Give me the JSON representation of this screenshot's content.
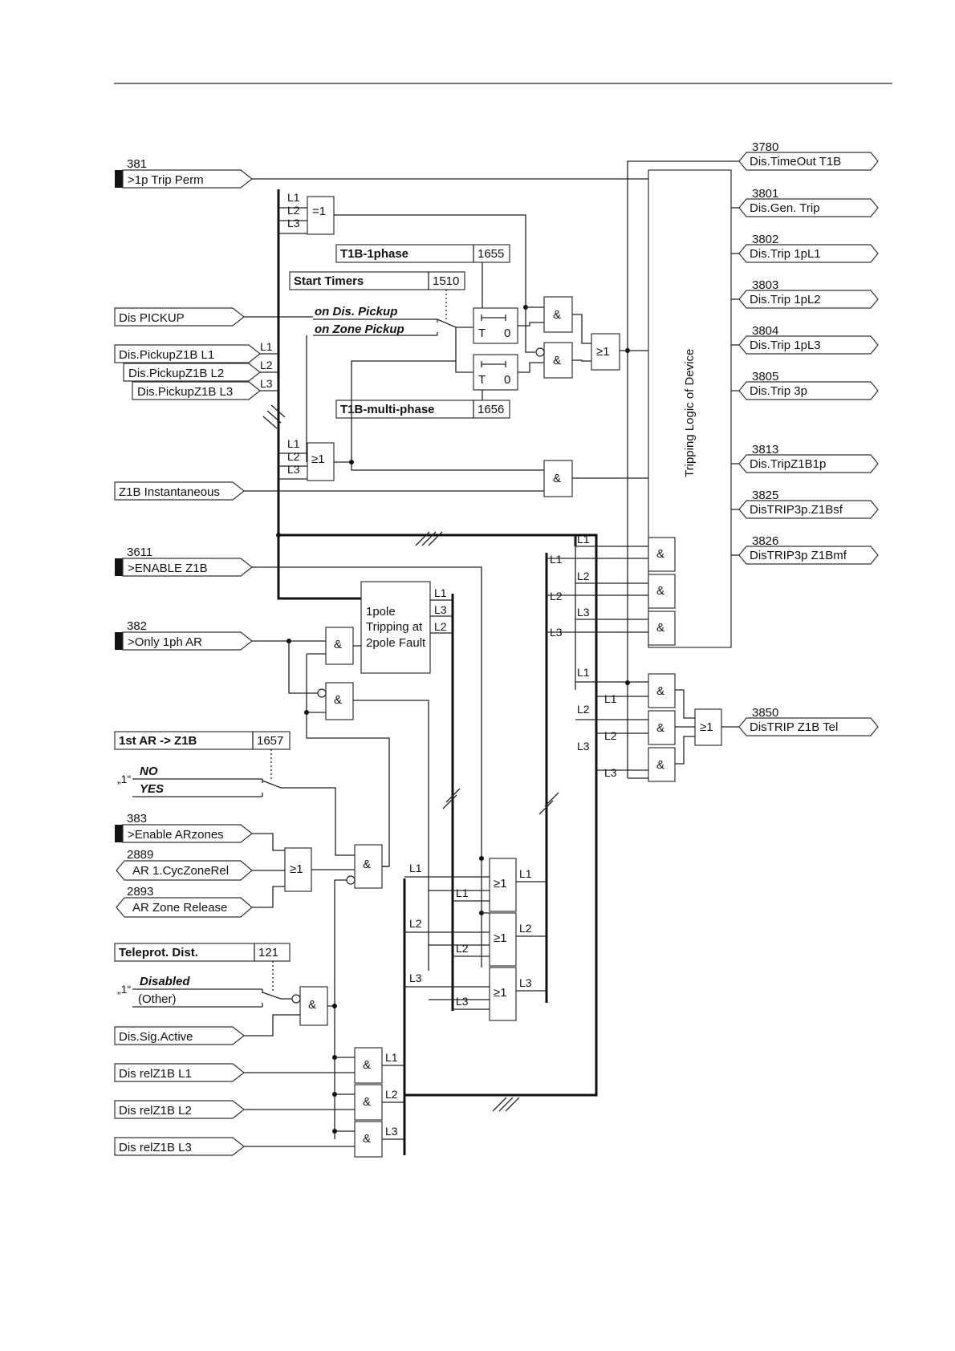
{
  "inputs": {
    "i381": {
      "num": "381",
      "label": ">1p Trip Perm"
    },
    "pickup": {
      "label": "Dis PICKUP"
    },
    "z1bl1": {
      "label": "Dis.PickupZ1B L1"
    },
    "z1bl2": {
      "label": "Dis.PickupZ1B L2"
    },
    "z1bl3": {
      "label": "Dis.PickupZ1B L3"
    },
    "inst": {
      "label": "Z1B Instantaneous"
    },
    "i3611": {
      "num": "3611",
      "label": ">ENABLE Z1B"
    },
    "i382": {
      "num": "382",
      "label": ">Only 1ph AR"
    },
    "i383": {
      "num": "383",
      "label": ">Enable ARzones"
    },
    "i2889": {
      "num": "2889",
      "label": "AR 1.CycZoneRel"
    },
    "i2893": {
      "num": "2893",
      "label": "AR Zone Release"
    },
    "sig": {
      "label": "Dis.Sig.Active"
    },
    "rel1": {
      "label": "Dis relZ1B L1"
    },
    "rel2": {
      "label": "Dis relZ1B L2"
    },
    "rel3": {
      "label": "Dis relZ1B L3"
    }
  },
  "params": {
    "t1b1": {
      "label": "T1B-1phase",
      "num": "1655"
    },
    "start": {
      "label": "Start Timers",
      "num": "1510"
    },
    "t1bm": {
      "label": "T1B-multi-phase",
      "num": "1656"
    },
    "ar": {
      "label": "1st AR -> Z1B",
      "num": "1657"
    },
    "tele": {
      "label": "Teleprot. Dist.",
      "num": "121"
    }
  },
  "options": {
    "on_dis_pickup": "on Dis. Pickup",
    "on_zone_pickup": "on Zone Pickup",
    "no": "NO",
    "yes": "YES",
    "disabled": "Disabled",
    "other": "(Other)",
    "one_a": "„1“",
    "one_b": "„1“"
  },
  "outputs": {
    "o3780": {
      "num": "3780",
      "label": "Dis.TimeOut T1B"
    },
    "o3801": {
      "num": "3801",
      "label": "Dis.Gen. Trip"
    },
    "o3802": {
      "num": "3802",
      "label": "Dis.Trip 1pL1"
    },
    "o3803": {
      "num": "3803",
      "label": "Dis.Trip 1pL2"
    },
    "o3804": {
      "num": "3804",
      "label": "Dis.Trip 1pL3"
    },
    "o3805": {
      "num": "3805",
      "label": "Dis.Trip 3p"
    },
    "o3813": {
      "num": "3813",
      "label": "Dis.TripZ1B1p"
    },
    "o3825": {
      "num": "3825",
      "label": "DisTRIP3p.Z1Bsf"
    },
    "o3826": {
      "num": "3826",
      "label": "DisTRIP3p Z1Bmf"
    },
    "o3850": {
      "num": "3850",
      "label": "DisTRIP Z1B Tel"
    }
  },
  "gates": {
    "and": "&",
    "or": "≥1",
    "xor": "=1",
    "timer_t": "T",
    "timer_0": "0"
  },
  "blocks": {
    "tripping_logic": "Tripping Logic of Device",
    "onepole_1": "1pole",
    "onepole_2": "Tripping at",
    "onepole_3": "2pole Fault"
  },
  "phases": {
    "l1": "L1",
    "l2": "L2",
    "l3": "L3"
  }
}
